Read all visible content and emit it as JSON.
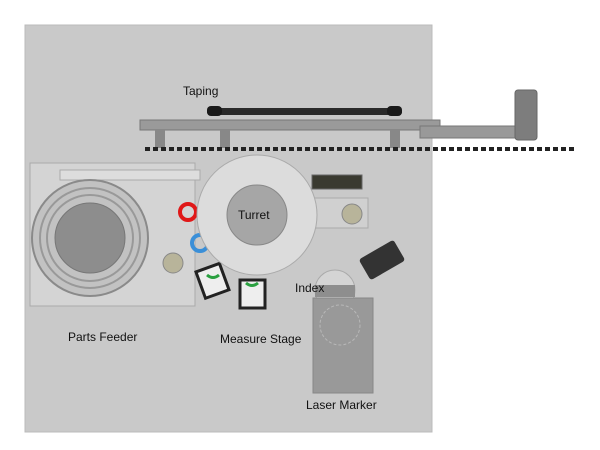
{
  "labels": {
    "taping": "Taping",
    "turret": "Turret",
    "index": "Index",
    "parts_feeder": "Parts Feeder",
    "measure_stage": "Measure Stage",
    "laser_marker": "Laser Marker"
  },
  "colors": {
    "panel": "#c9c9c9",
    "red_nest": "#e01818",
    "blue_nest": "#3a8fd8",
    "green_nest": "#2aa040"
  }
}
